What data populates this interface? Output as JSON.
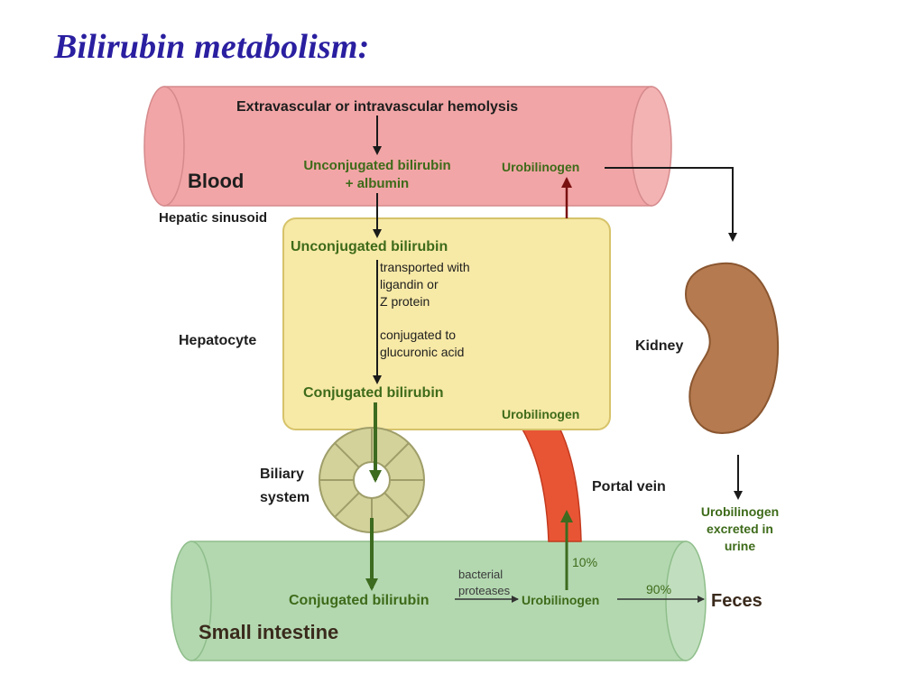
{
  "title": "Bilirubin metabolism:",
  "diagram": {
    "colors": {
      "blood": "#f2a5a6",
      "hepatocyte": "#f7e9a6",
      "small_intestine": "#b3d8b0",
      "kidney": "#b57a4f",
      "biliary": "#d3d29a",
      "portal_vein": "#e85535",
      "green_arrow": "#3d6b1f",
      "dark_red_arrow": "#7a1010"
    },
    "blood": {
      "label": "Blood",
      "hemolysis": "Extravascular or intravascular hemolysis",
      "unconj_line1": "Unconjugated bilirubin",
      "unconj_line2": "+ albumin",
      "urobilinogen": "Urobilinogen"
    },
    "hepatic_sinusoid": "Hepatic sinusoid",
    "hepatocyte": {
      "label": "Hepatocyte",
      "unconjugated": "Unconjugated bilirubin",
      "transport_line1": "transported with",
      "transport_line2": "ligandin or",
      "transport_line3": "Z protein",
      "conj_step_line1": "conjugated to",
      "conj_step_line2": "glucuronic acid",
      "conjugated": "Conjugated bilirubin",
      "urobilinogen": "Urobilinogen"
    },
    "biliary": {
      "line1": "Biliary",
      "line2": "system"
    },
    "portal_vein": "Portal vein",
    "kidney": {
      "label": "Kidney",
      "excreted_line1": "Urobilinogen",
      "excreted_line2": "excreted in",
      "excreted_line3": "urine"
    },
    "small_intestine": {
      "label": "Small intestine",
      "conjugated": "Conjugated bilirubin",
      "bacterial_line1": "bacterial",
      "bacterial_line2": "proteases",
      "urobilinogen": "Urobilinogen",
      "pct_portal": "10%",
      "pct_feces": "90%",
      "feces": "Feces"
    }
  }
}
